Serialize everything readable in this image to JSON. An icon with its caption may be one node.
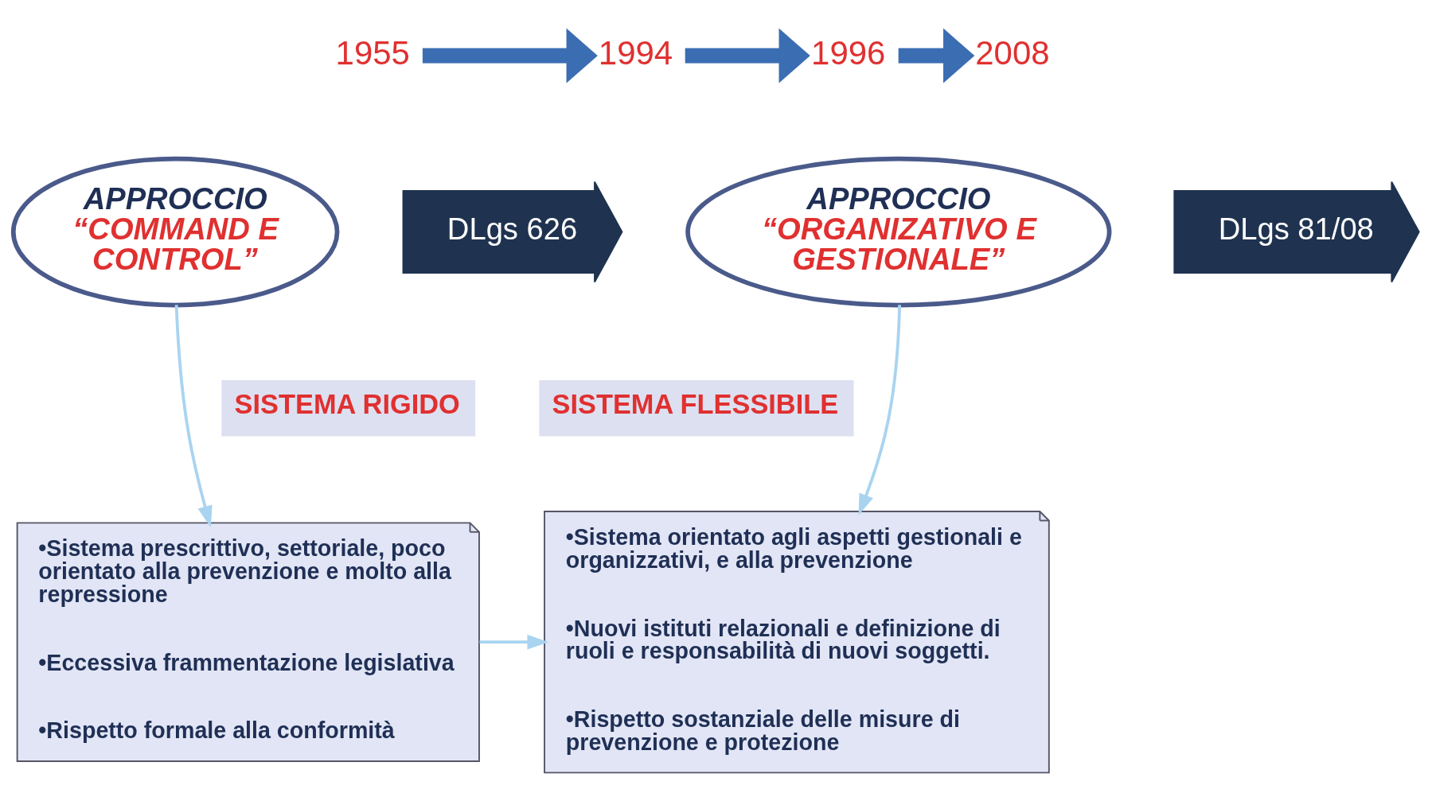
{
  "diagram": {
    "nodes": [
      {
        "text": [
          "1955"
        ]
      },
      {
        "text": [
          "1994"
        ]
      },
      {
        "text": [
          "1996"
        ]
      },
      {
        "text": [
          "2008"
        ]
      },
      {
        "text": [
          "APPROCCIO",
          "“COMMAND E CONTROL”"
        ]
      },
      {
        "text": [
          "DLgs 626"
        ]
      },
      {
        "text": [
          "APPROCCIO",
          "“ORGANIZATIVO E GESTIONALE”"
        ]
      },
      {
        "text": [
          "DLgs 81/08"
        ]
      },
      {
        "text": [
          "SISTEMA RIGIDO"
        ]
      },
      {
        "text": [
          "•Sistema prescrittivo, settoriale, poco orientato alla prevenzione e molto alla repressione",
          "•Eccessiva frammentazione legislativa",
          "•Rispetto formale alla conformità"
        ]
      },
      {
        "text": [
          "SISTEMA FLESSIBILE"
        ]
      },
      {
        "text": [
          "•Sistema orientato agli aspetti gestionali e organizzativi, e alla prevenzione",
          "•Nuovi istituti relazionali e definizione di ruoli e responsabilità di nuovi soggetti.",
          "•Rispetto sostanziale delle misure di prevenzione e protezione"
        ]
      }
    ],
    "edges": [
      {
        "from": 0,
        "to": 1,
        "arrow": "to",
        "style": "thick"
      },
      {
        "from": 1,
        "to": 2,
        "arrow": "to",
        "style": "thick"
      },
      {
        "from": 2,
        "to": 3,
        "arrow": "to",
        "style": "thick"
      },
      {
        "from": 4,
        "to": 9,
        "arrow": "to",
        "color": "#a9d4f0"
      },
      {
        "from": 6,
        "to": 11,
        "arrow": "to",
        "color": "#a9d4f0"
      },
      {
        "from": 9,
        "to": 11,
        "arrow": "to",
        "color": "#a9d4f0"
      }
    ]
  }
}
